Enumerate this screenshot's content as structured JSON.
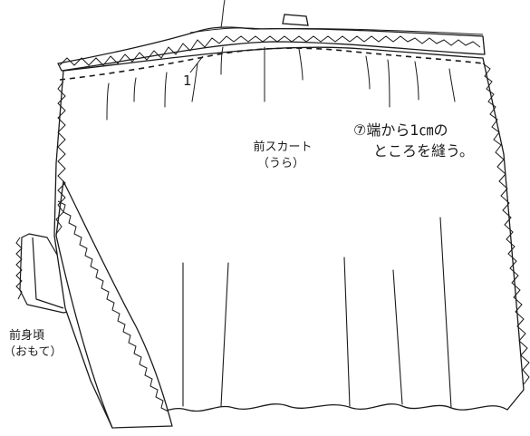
{
  "labels": {
    "seam_number": "1",
    "instruction_line1": "⑦端から1㎝の",
    "instruction_line2": "ところを縫う。",
    "skirt_line1": "前スカート",
    "skirt_line2": "（うら）",
    "bodice_line1": "前身頃",
    "bodice_line2": "（おもて）"
  },
  "colors": {
    "line": "#1a1a1a",
    "background": "#ffffff"
  }
}
